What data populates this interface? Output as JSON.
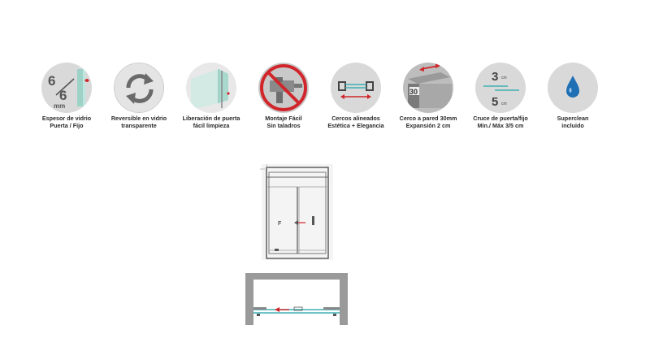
{
  "features": [
    {
      "icon": "glass-thickness-icon",
      "lines": [
        "Espesor de vidrio",
        "Puerta / Fijo"
      ],
      "glyphs": [
        "6",
        "6",
        "mm"
      ]
    },
    {
      "icon": "reversible-arrows-icon",
      "lines": [
        "Reversible en vidrio",
        "transparente"
      ]
    },
    {
      "icon": "door-release-icon",
      "lines": [
        "Liberación de puerta",
        "fácil limpieza"
      ]
    },
    {
      "icon": "no-drill-icon",
      "lines": [
        "Montaje Fácil",
        "Sin taladros"
      ]
    },
    {
      "icon": "aligned-frames-icon",
      "lines": [
        "Cercos alineados",
        "Estética + Elegancia"
      ]
    },
    {
      "icon": "wall-profile-icon",
      "lines": [
        "Cerco a pared 30mm",
        "Expansión 2 cm"
      ],
      "glyphs": [
        "30"
      ]
    },
    {
      "icon": "door-overlap-icon",
      "lines": [
        "Cruce de puerta/fijo",
        "Min./ Máx  3/5 cm"
      ],
      "glyphs": [
        "3",
        "cm",
        "5",
        "cm"
      ]
    },
    {
      "icon": "water-drop-icon",
      "lines": [
        "Superclean",
        "incluido"
      ]
    }
  ],
  "diagram": {
    "front_label": "F"
  },
  "colors": {
    "circle": "#d9d9d9",
    "accent_red": "#d0262b",
    "accent_teal": "#3fb0b3",
    "drop_blue": "#1f6fb4"
  }
}
